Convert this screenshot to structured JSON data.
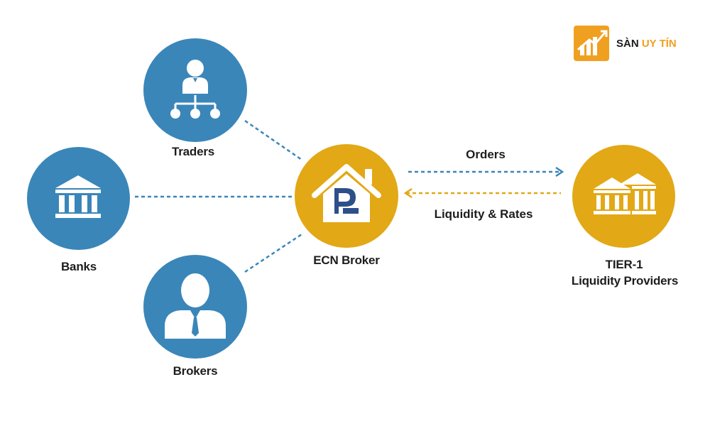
{
  "brand": {
    "name_part1": "SÀN ",
    "name_part2": "UY TÍN",
    "accent": "#f0a020"
  },
  "colors": {
    "blue": "#3a86b9",
    "gold": "#e2a815",
    "text": "#1d1d1d"
  },
  "nodes": {
    "traders": {
      "label": "Traders",
      "icon": "org-chart-person-icon"
    },
    "banks": {
      "label": "Banks",
      "icon": "bank-building-icon"
    },
    "brokers": {
      "label": "Brokers",
      "icon": "person-suit-icon"
    },
    "ecn": {
      "label": "ECN Broker",
      "icon": "house-r-logo-icon"
    },
    "lp": {
      "label_line1": "TIER-1",
      "label_line2": "Liquidity Providers",
      "icon": "banks-buildings-icon"
    }
  },
  "edges": {
    "orders": {
      "label": "Orders"
    },
    "liquidity": {
      "label": "Liquidity & Rates"
    }
  }
}
